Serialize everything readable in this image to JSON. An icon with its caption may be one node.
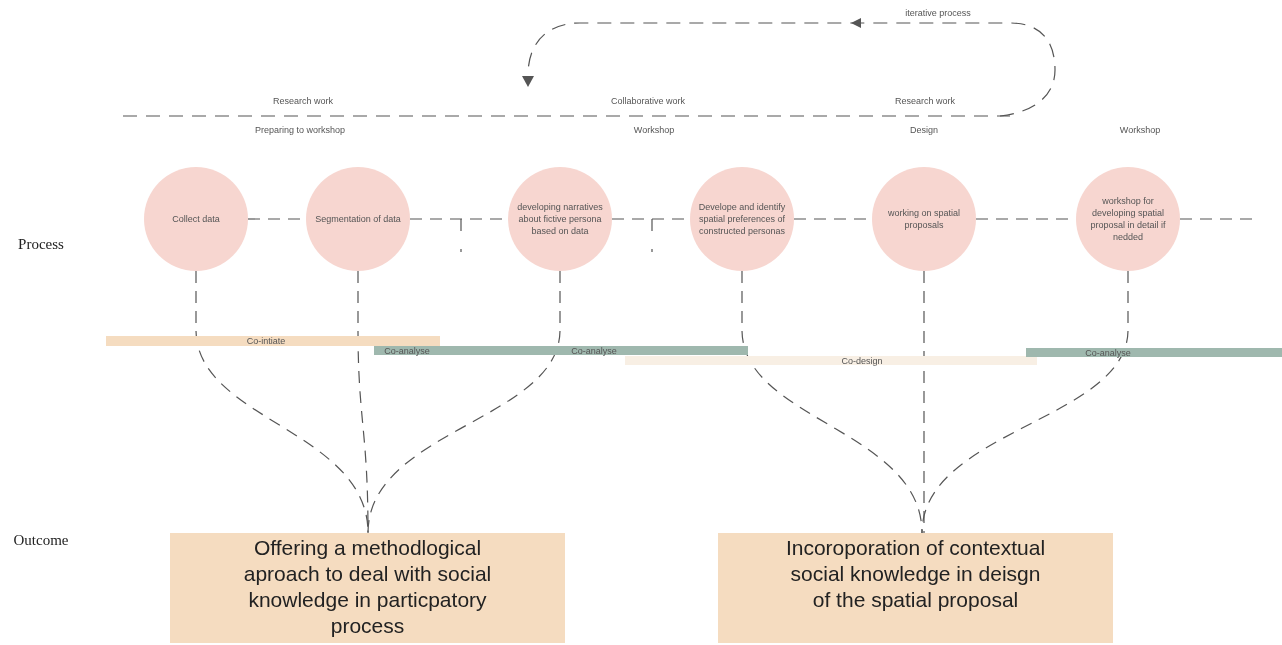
{
  "diagram": {
    "nodes": [
      {
        "text": [
          "Collect data"
        ]
      },
      {
        "text": [
          "Segmentation of data"
        ]
      },
      {
        "text": [
          "developing narratives about fictive persona based on data"
        ]
      },
      {
        "text": [
          "Develope and identify spatial preferences of constructed personas"
        ]
      },
      {
        "text": [
          "working on spatial proposals"
        ]
      },
      {
        "text": [
          "workshop for developing spatial proposal in detail if nedded"
        ]
      },
      {
        "text": [
          "Offering a methodlogical aproach to deal with social knowledge in particpatory process"
        ]
      },
      {
        "text": [
          "Incoroporation of contextual social knowledge in deisgn of the spatial proposal"
        ]
      },
      {
        "text": [
          "Co-intiate"
        ]
      },
      {
        "text": [
          "Co-analyse",
          "Co-analyse"
        ]
      },
      {
        "text": [
          "Co-design"
        ]
      },
      {
        "text": [
          "Co-analyse"
        ]
      }
    ],
    "edges": [
      {
        "from": 0,
        "to": 1,
        "arrow": "none",
        "style": "dashed"
      },
      {
        "from": 1,
        "to": 2,
        "arrow": "none",
        "style": "dashed"
      },
      {
        "from": 2,
        "to": 3,
        "arrow": "none",
        "style": "dashed"
      },
      {
        "from": 3,
        "to": 4,
        "arrow": "none",
        "style": "dashed"
      },
      {
        "from": 4,
        "to": 5,
        "arrow": "none",
        "style": "dashed"
      },
      {
        "from": 5,
        "to": null,
        "arrow": "none",
        "style": "dashed"
      },
      {
        "from": 0,
        "to": 6,
        "arrow": "none",
        "style": "dashed"
      },
      {
        "from": 1,
        "to": 6,
        "arrow": "none",
        "style": "dashed"
      },
      {
        "from": 2,
        "to": 6,
        "arrow": "none",
        "style": "dashed"
      },
      {
        "from": 3,
        "to": 7,
        "arrow": "none",
        "style": "dashed"
      },
      {
        "from": 4,
        "to": 7,
        "arrow": "none",
        "style": "dashed"
      },
      {
        "from": 5,
        "to": 7,
        "arrow": "none",
        "style": "dashed"
      }
    ],
    "labels": [
      "iterative process",
      "Research work",
      "Collaborative work",
      "Research work",
      "Preparing to workshop",
      "Workshop",
      "Design",
      "Workshop",
      "Process",
      "Outcome"
    ]
  }
}
